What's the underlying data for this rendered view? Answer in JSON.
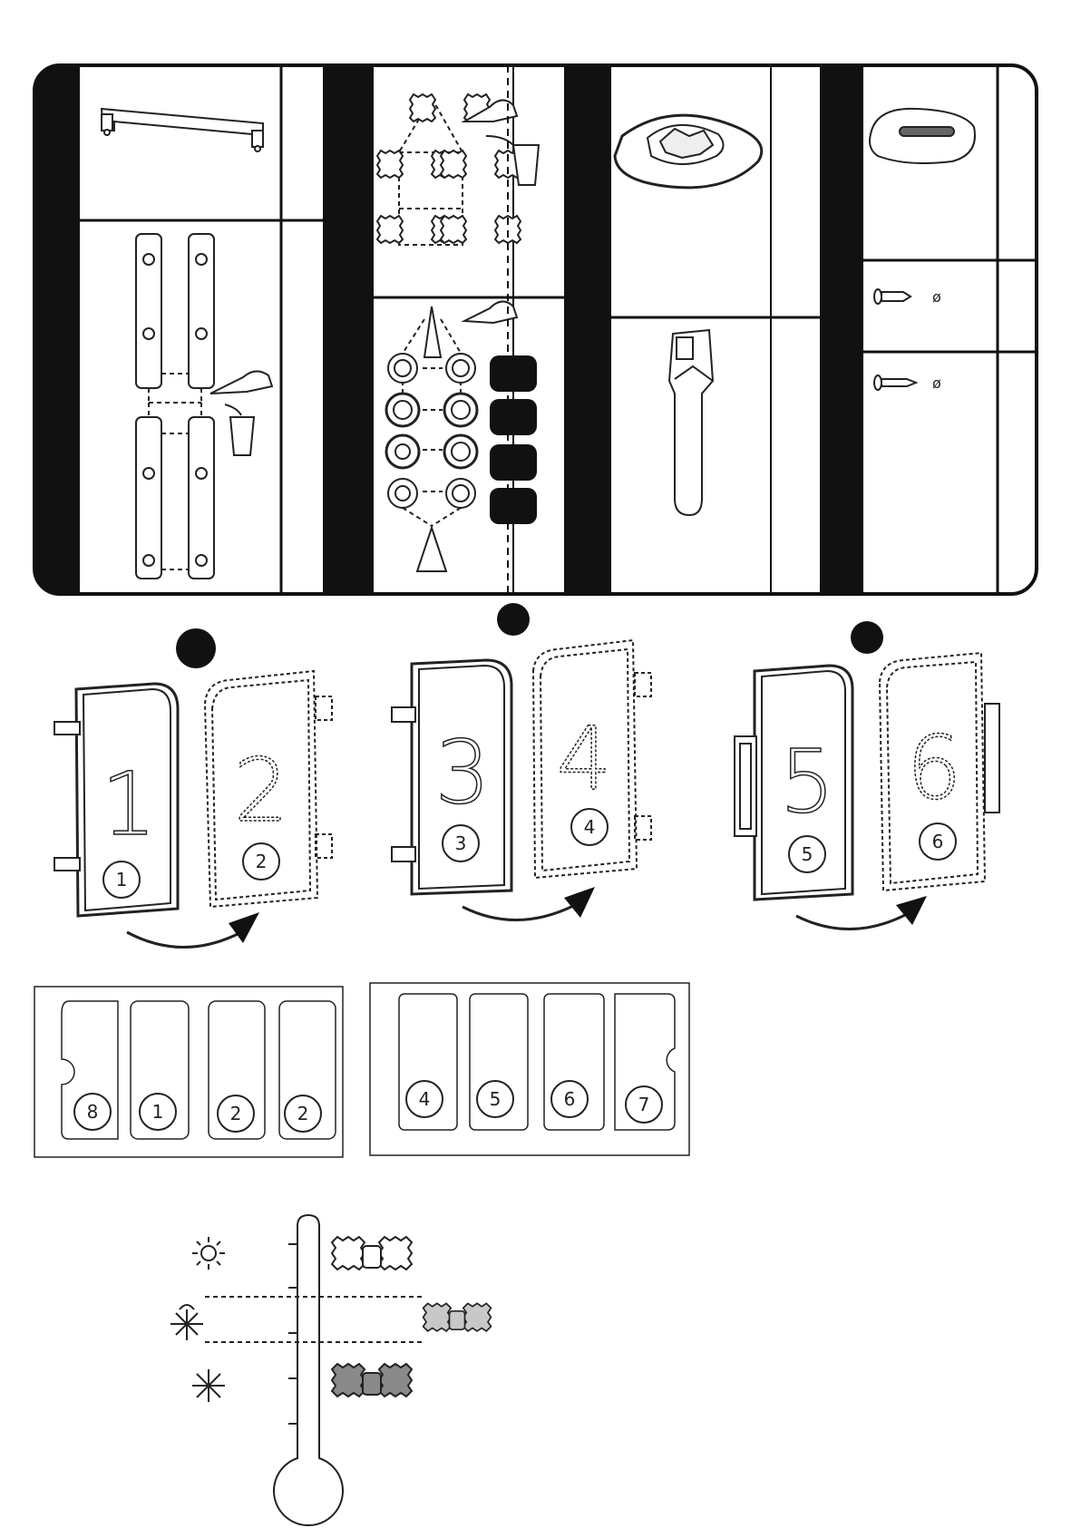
{
  "panel_top": {
    "screw_labels": [
      "ø",
      "ø"
    ]
  },
  "door_steps": [
    {
      "left_number": "1",
      "right_number": "2",
      "left_badge": "1",
      "right_badge": "2"
    },
    {
      "left_number": "3",
      "right_number": "4",
      "left_badge": "3",
      "right_badge": "4"
    },
    {
      "left_number": "5",
      "right_number": "6",
      "left_badge": "5",
      "right_badge": "6"
    }
  ],
  "door_panels": {
    "left_group": [
      "8",
      "1",
      "2",
      "2"
    ],
    "right_group": [
      "4",
      "5",
      "6",
      "7"
    ]
  },
  "thermometer": {
    "levels": [
      "warm",
      "medium",
      "cold"
    ],
    "pasta_shades": [
      "#ffffff",
      "#c8c8c8",
      "#8a8a8a"
    ]
  }
}
